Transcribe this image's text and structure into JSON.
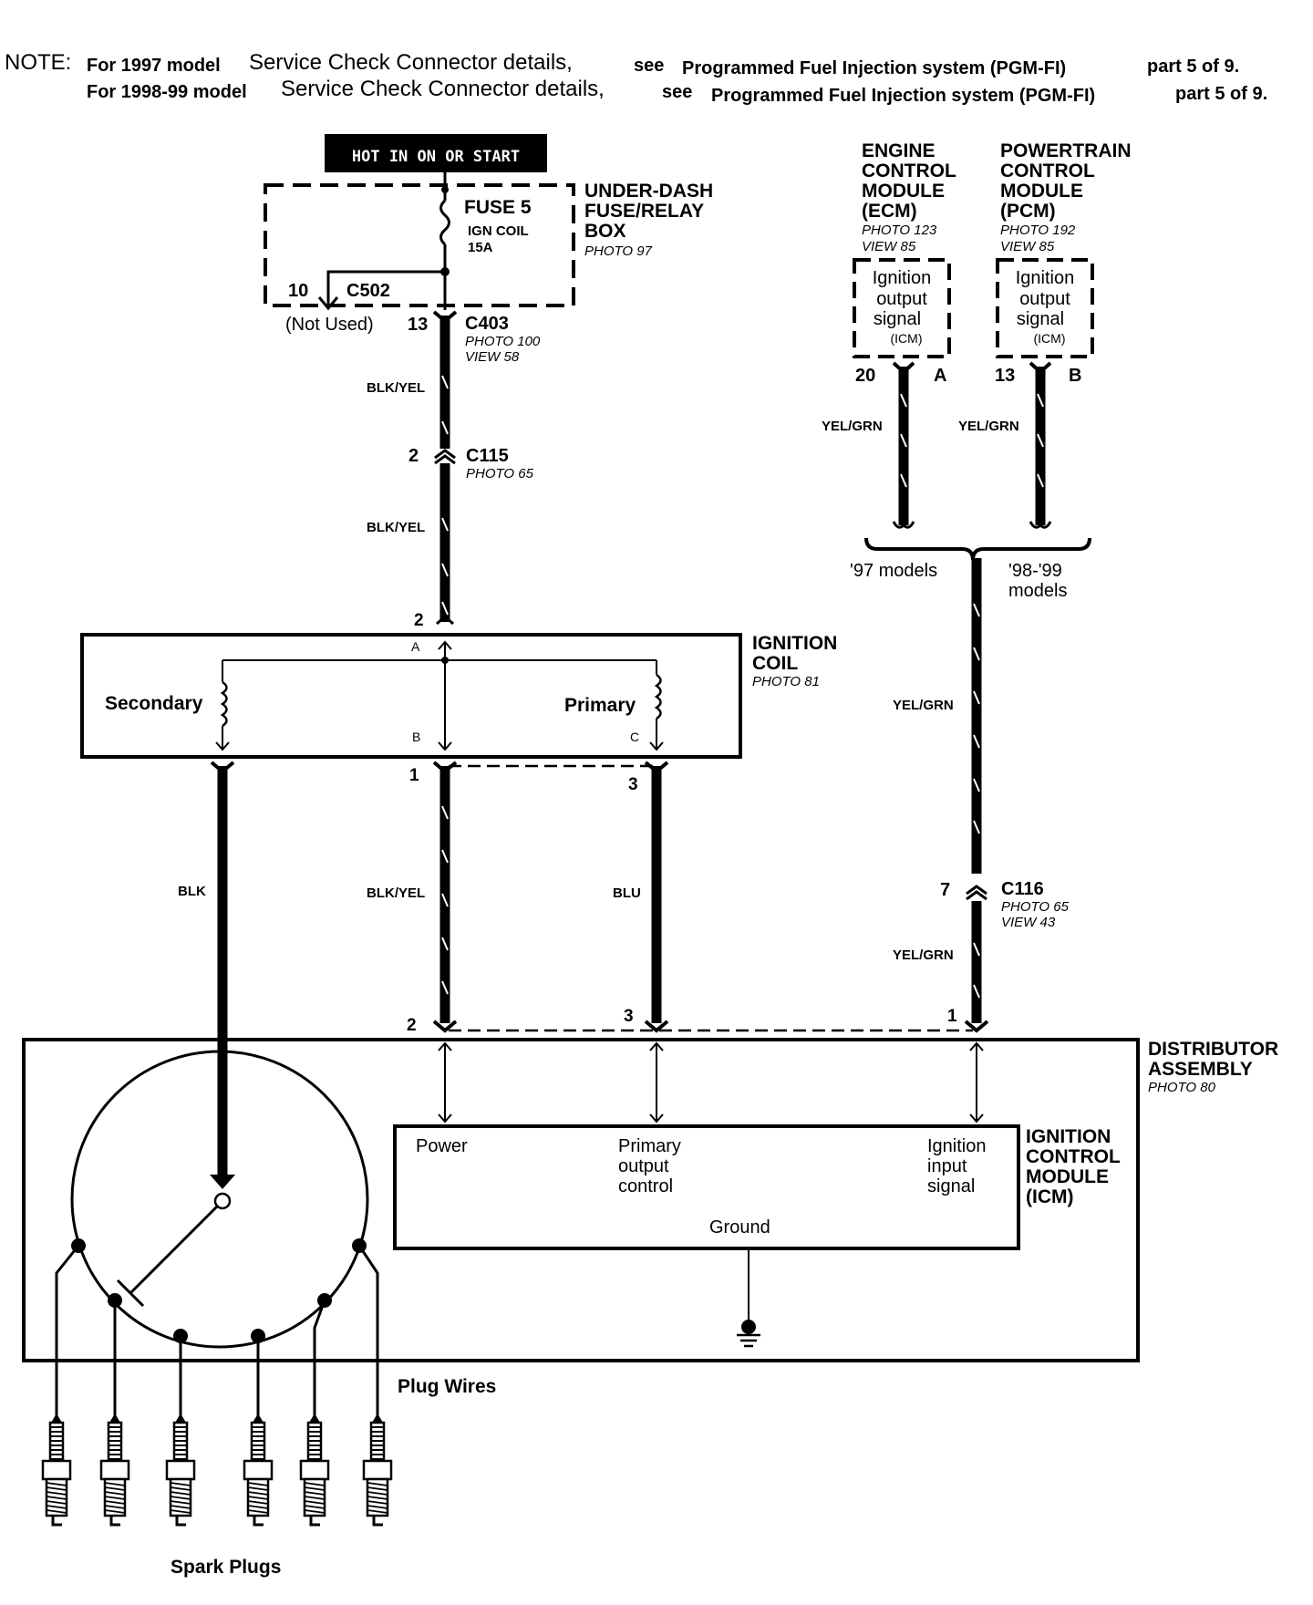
{
  "note": {
    "prefix": "NOTE:",
    "line1": {
      "a": "For 1997 model",
      "b": "Service Check Connector details,",
      "c": "see",
      "d": "Programmed Fuel Injection system (PGM-FI)",
      "e": "part 5 of 9."
    },
    "line2": {
      "a": "For 1998-99 model",
      "b": "Service Check Connector details,",
      "c": "see",
      "d": "Programmed Fuel Injection system (PGM-FI)",
      "e": "part 5 of 9."
    }
  },
  "hot_banner": "HOT IN ON OR START",
  "fuse_box": {
    "fuse_name": "FUSE 5",
    "fuse_desc": "IGN COIL",
    "fuse_rating": "15A",
    "title_1": "UNDER-DASH",
    "title_2": "FUSE/RELAY",
    "title_3": "BOX",
    "photo": "PHOTO 97",
    "pin_10": "10",
    "c502": "C502",
    "not_used": "(Not Used)"
  },
  "c403": {
    "pin": "13",
    "name": "C403",
    "photo": "PHOTO 100",
    "view": "VIEW 58"
  },
  "c115": {
    "pin": "2",
    "name": "C115",
    "photo": "PHOTO 65"
  },
  "wires": {
    "blk_yel_1": "BLK/YEL",
    "blk_yel_2": "BLK/YEL",
    "blk_yel_3": "BLK/YEL",
    "blk": "BLK",
    "blu": "BLU",
    "yel_grn_ecm": "YEL/GRN",
    "yel_grn_pcm": "YEL/GRN",
    "yel_grn_main": "YEL/GRN",
    "yel_grn_low": "YEL/GRN"
  },
  "ecm": {
    "title_1": "ENGINE",
    "title_2": "CONTROL",
    "title_3": "MODULE",
    "title_4": "(ECM)",
    "photo": "PHOTO 123",
    "view": "VIEW 85",
    "sig_1": "Ignition",
    "sig_2": "output",
    "sig_3": "signal",
    "sig_4": "(ICM)",
    "pin": "20",
    "letter": "A"
  },
  "pcm": {
    "title_1": "POWERTRAIN",
    "title_2": "CONTROL",
    "title_3": "MODULE",
    "title_4": "(PCM)",
    "photo": "PHOTO 192",
    "view": "VIEW 85",
    "sig_1": "Ignition",
    "sig_2": "output",
    "sig_3": "signal",
    "sig_4": "(ICM)",
    "pin": "13",
    "letter": "B"
  },
  "models": {
    "m97": "'97 models",
    "m98_1": "'98-'99",
    "m98_2": "models"
  },
  "coil": {
    "pin_top": "2",
    "term_a": "A",
    "term_b": "B",
    "term_c": "C",
    "secondary": "Secondary",
    "primary": "Primary",
    "title_1": "IGNITION",
    "title_2": "COIL",
    "photo": "PHOTO 81",
    "pin_b": "1",
    "pin_c": "3"
  },
  "c116": {
    "pin": "7",
    "name": "C116",
    "photo": "PHOTO 65",
    "view": "VIEW 43"
  },
  "distributor": {
    "pin_2": "2",
    "pin_3": "3",
    "pin_1": "1",
    "title_1": "DISTRIBUTOR",
    "title_2": "ASSEMBLY",
    "photo": "PHOTO 80"
  },
  "icm": {
    "power": "Power",
    "primary_1": "Primary",
    "primary_2": "output",
    "primary_3": "control",
    "input_1": "Ignition",
    "input_2": "input",
    "input_3": "signal",
    "ground": "Ground",
    "title_1": "IGNITION",
    "title_2": "CONTROL",
    "title_3": "MODULE",
    "title_4": "(ICM)"
  },
  "plug_wires": "Plug Wires",
  "spark_plugs": "Spark Plugs",
  "spark_plug_count": 6,
  "colors": {
    "ink": "#000000",
    "paper": "#ffffff"
  }
}
